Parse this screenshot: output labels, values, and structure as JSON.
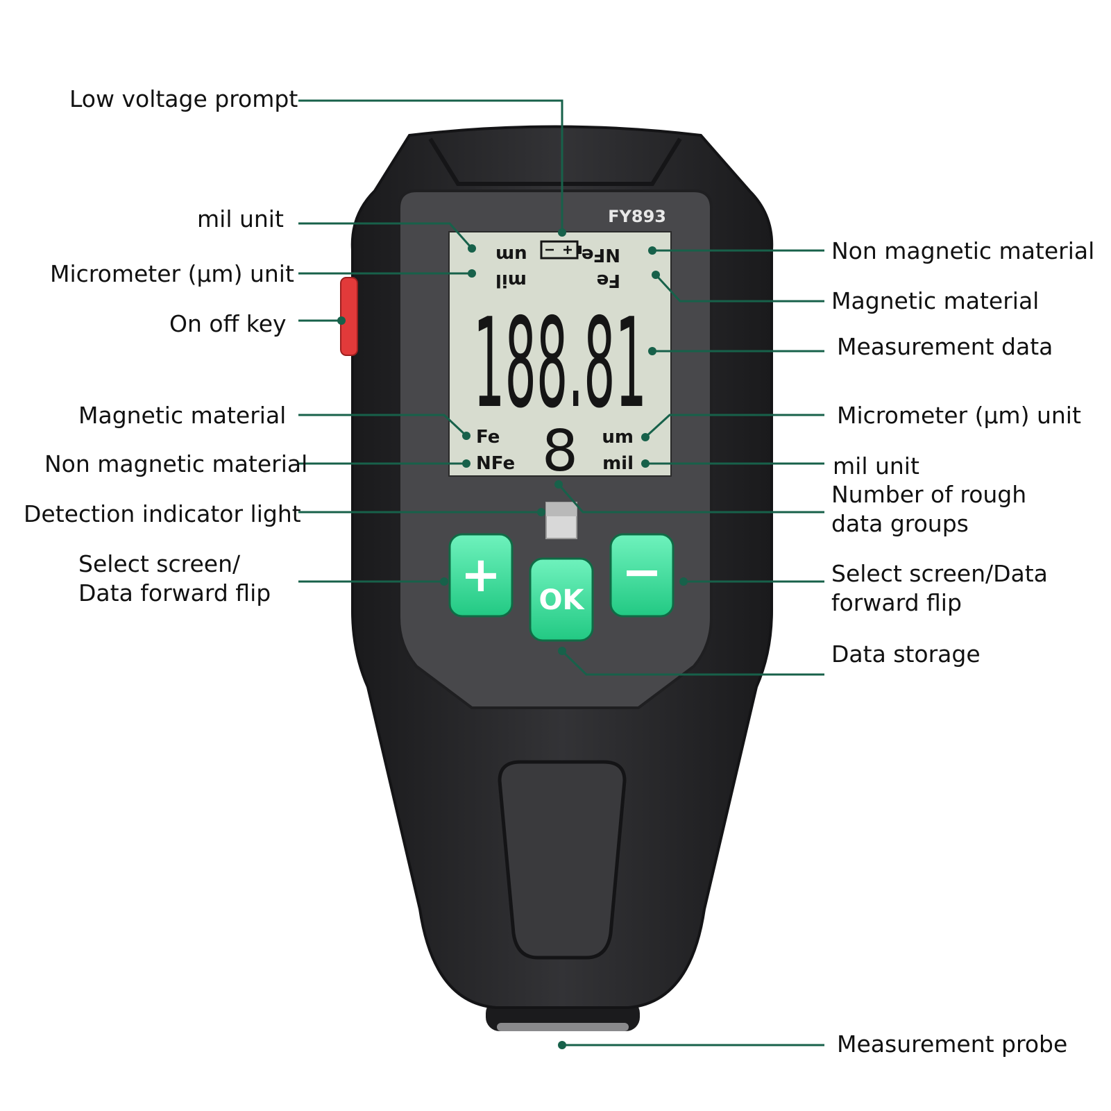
{
  "device": {
    "model": "FY893",
    "screen": {
      "top_left_unit": "mil",
      "top_left_unit2": "um",
      "top_right_material": "NFe",
      "top_right_material2": "Fe",
      "main_reading": "188.81",
      "bottom_left_material": "Fe",
      "bottom_left_material2": "NFe",
      "group_count": "8",
      "bottom_right_unit": "um",
      "bottom_right_unit2": "mil"
    },
    "buttons": {
      "plus": "+",
      "ok": "OK",
      "minus": "−"
    },
    "colors": {
      "body": "#2b2b2d",
      "body_dark": "#1c1c1e",
      "bezel": "#4a4a4c",
      "lcd": "#d7dccf",
      "button": "#3fe6a0",
      "power_key": "#e23a3a",
      "leader": "#17614a"
    }
  },
  "callouts": {
    "low_voltage": "Low voltage prompt",
    "mil_unit_left": "mil unit",
    "micrometer_left": "Micrometer (μm) unit",
    "on_off_key": "On off key",
    "magnetic_left": "Magnetic material",
    "non_magnetic_left": "Non magnetic material",
    "detection_light": "Detection indicator light",
    "select_left": "Select screen/\nData forward flip",
    "non_magnetic_right": "Non magnetic material",
    "magnetic_right": "Magnetic material",
    "measurement_data": "Measurement data",
    "micrometer_right": "Micrometer (μm) unit",
    "mil_unit_right": "mil unit",
    "rough_groups": "Number of rough\n data groups",
    "select_right": "Select screen/Data\n forward flip",
    "data_storage": "Data storage",
    "probe": "Measurement probe"
  }
}
